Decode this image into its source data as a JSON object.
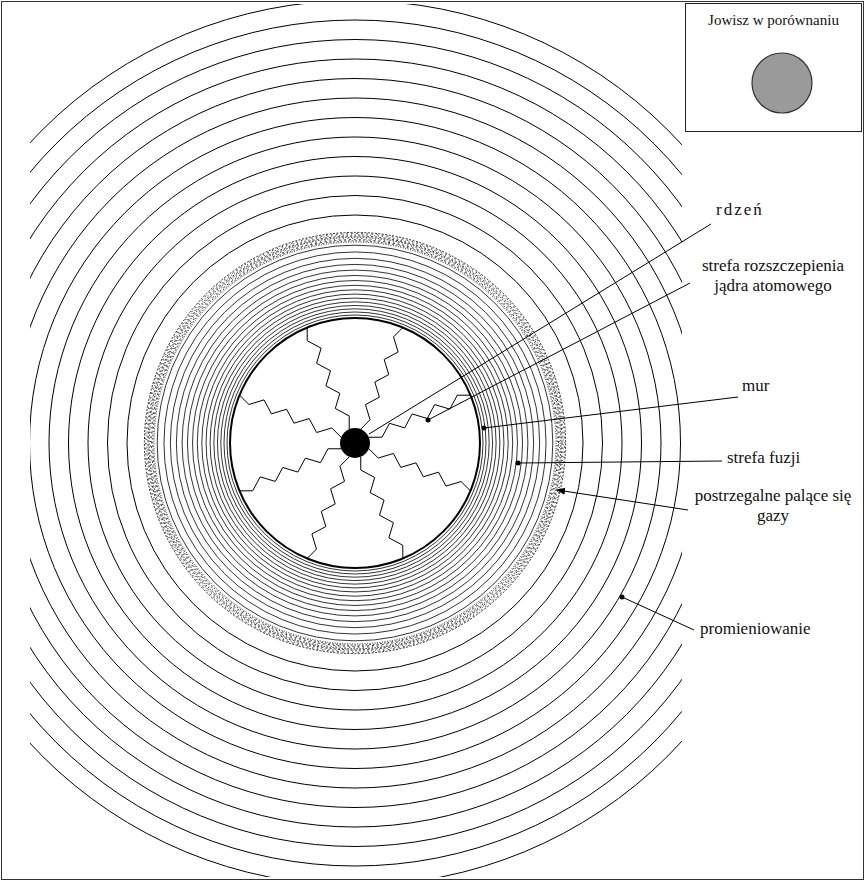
{
  "diagram": {
    "nodes": [
      {
        "text": [
          "Jowisz w porównaniu"
        ]
      }
    ],
    "labels": [
      "rdzeń",
      "strefa rozszczepienia jądra atomowego",
      "mur",
      "strefa fuzji",
      "postrzegalne palące się gazy",
      "promieniowanie"
    ]
  }
}
